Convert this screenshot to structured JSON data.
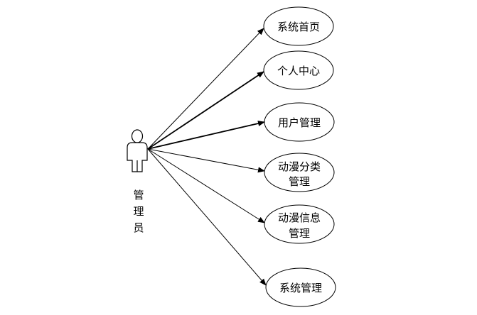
{
  "actor": {
    "label_lines": [
      "管",
      "理",
      "员"
    ]
  },
  "use_cases": [
    {
      "lines": [
        "系统首页"
      ]
    },
    {
      "lines": [
        "个人中心"
      ]
    },
    {
      "lines": [
        "用户管理"
      ]
    },
    {
      "lines": [
        "动漫分类",
        "管理"
      ]
    },
    {
      "lines": [
        "动漫信息",
        "管理"
      ]
    },
    {
      "lines": [
        "系统管理"
      ]
    }
  ],
  "colors": {
    "stroke": "#000000",
    "text": "#000000",
    "background": "#ffffff"
  }
}
